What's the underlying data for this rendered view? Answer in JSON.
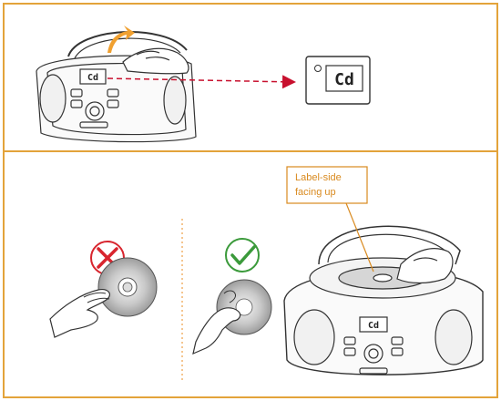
{
  "display": {
    "readout": "Cd",
    "small_readout": "Cd",
    "mini_readout": "Cd"
  },
  "callout": {
    "line1": "Label-side",
    "line2": "facing up"
  },
  "colors": {
    "frame": "#e3a33a",
    "arrow_dashed": "#c8102e",
    "lift_arrow": "#f0a030",
    "cross": "#d8252e",
    "check": "#3b9a3b",
    "divider": "#f2b36b",
    "callout": "#d98a1f"
  },
  "icons": [
    "lift-lid-arrow-icon",
    "cross-icon",
    "checkmark-icon"
  ]
}
